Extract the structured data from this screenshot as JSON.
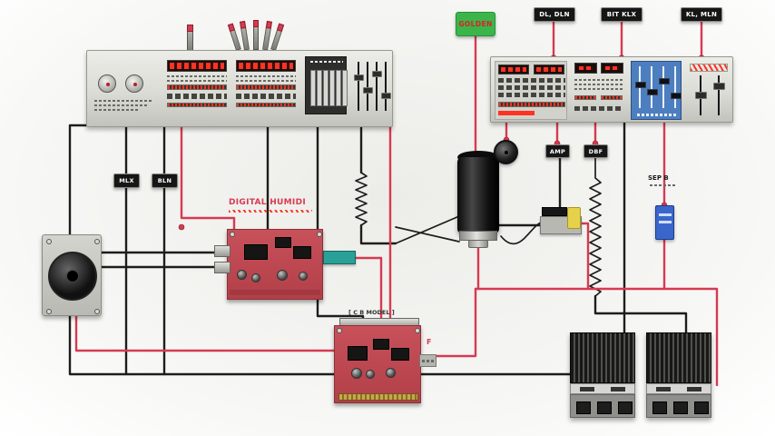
{
  "colors": {
    "bg_center": "#ececE8",
    "bg_edge": "#ffffff",
    "wire_red": "#d63a52",
    "wire_black": "#1d1d1b",
    "panel_face": "#dcdcd6",
    "panel_dark": "#2e2e2c",
    "display_red": "#ff3322",
    "pcb_red": "#c8515a",
    "pcb_border": "#8e3038",
    "tag_green": "#3bb54a",
    "tag_text": "#e01e28",
    "fader_blue": "#4d7fc0",
    "comp_blue": "#3a66cc",
    "metal": "#c6c6c2"
  },
  "labels": {
    "tag_green": "GOLDEN",
    "top_box_1": "DL, DLN",
    "top_box_2": "BIT KLX",
    "top_box_3": "KL, MLN",
    "box_mlx": "MLX",
    "box_bln": "BLN",
    "box_amp": "AMP",
    "box_dbf": "DBF",
    "pcb1_title": "DIGITAL HUMIDI",
    "pcb2_title": "[ C B MODEL ]",
    "sep_label": "SEP B",
    "wire_f": "F"
  }
}
